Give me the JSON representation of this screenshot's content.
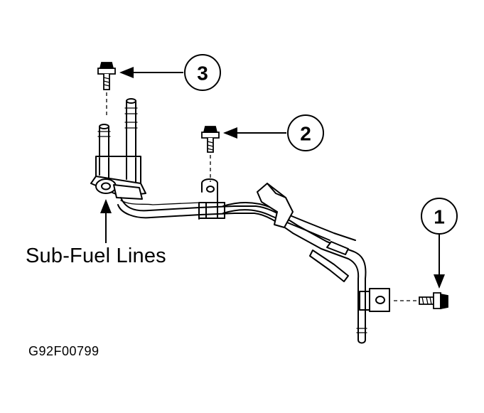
{
  "diagram": {
    "part_label": "Sub-Fuel Lines",
    "figure_id": "G92F00799",
    "callouts": [
      {
        "number": "1",
        "target": "bolt"
      },
      {
        "number": "2",
        "target": "bolt"
      },
      {
        "number": "3",
        "target": "bolt"
      }
    ]
  }
}
